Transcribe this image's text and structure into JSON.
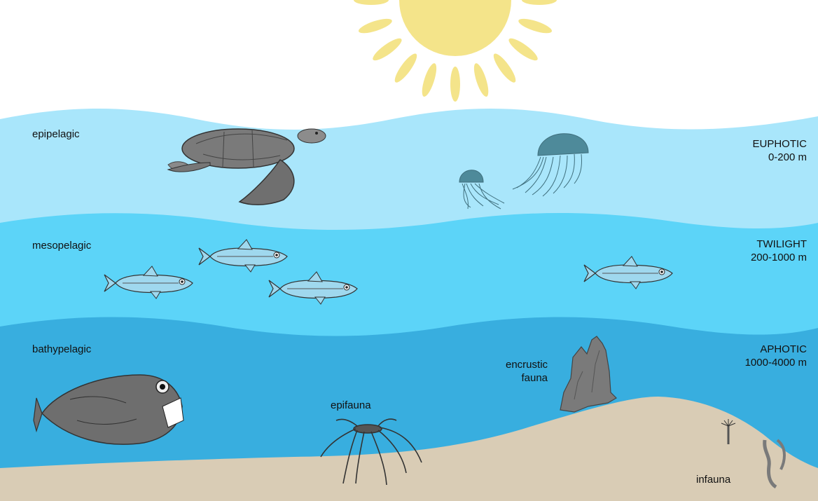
{
  "zones": [
    {
      "name": "EUPHOTIC",
      "depth": "0-200 m"
    },
    {
      "name": "TWILIGHT",
      "depth": "200-1000 m"
    },
    {
      "name": "APHOTIC",
      "depth": "1000-4000 m"
    }
  ],
  "layers": {
    "epipelagic": "epipelagic",
    "mesopelagic": "mesopelagic",
    "bathypelagic": "bathypelagic"
  },
  "benthic": {
    "epifauna": "epifauna",
    "encrustic_line1": "encrustic",
    "encrustic_line2": "fauna",
    "infauna": "infauna"
  },
  "colors": {
    "sky": "#ffffff",
    "sun": "#f4e48a",
    "epipelagic": "#a9e6fb",
    "mesopelagic": "#5cd4f8",
    "bathypelagic": "#38aedf",
    "seafloor": "#d9ccb5",
    "jellyfish": "#4e8a9a",
    "lanternfish": "#9fd8ee"
  },
  "icons": [
    "sun-icon",
    "sea-turtle-icon",
    "jellyfish-icon",
    "lanternfish-icon",
    "anglerfish-icon",
    "sea-spider-icon",
    "coral-icon",
    "tube-worm-icon"
  ]
}
